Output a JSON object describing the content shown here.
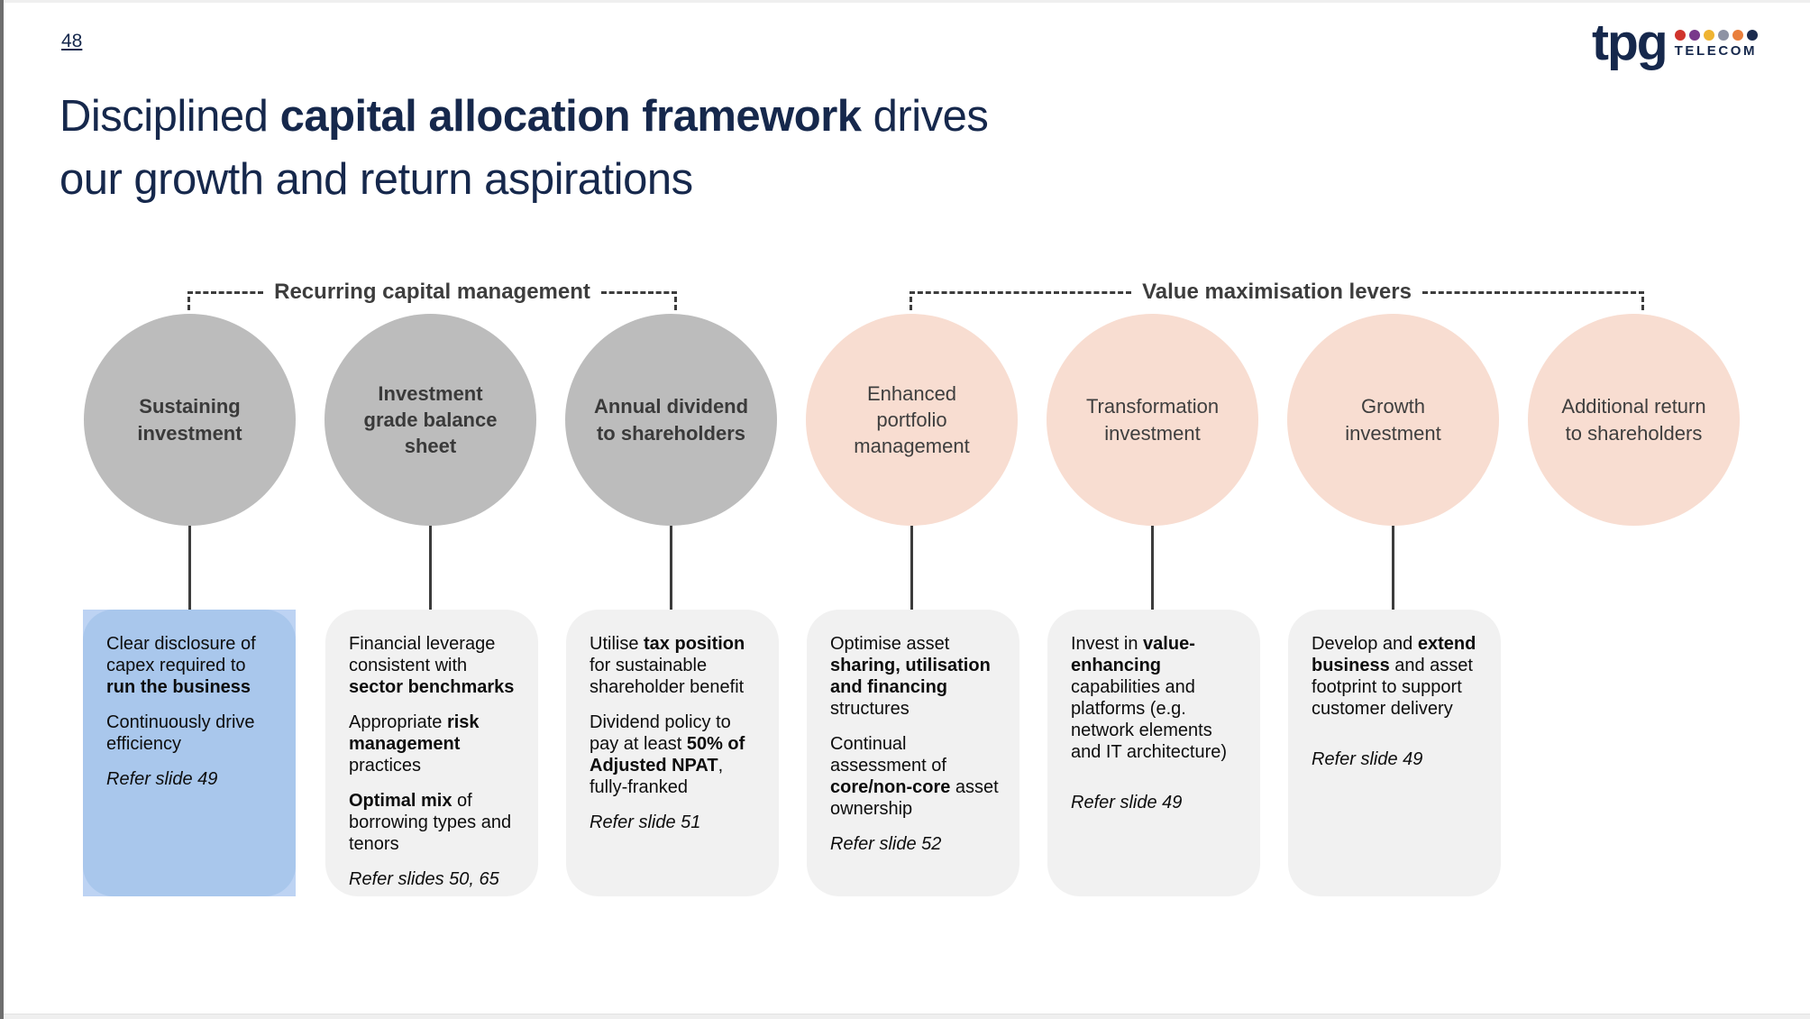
{
  "colors": {
    "navy": "#16284c",
    "line_dark": "#3d3d3d",
    "gray_circle": "#bcbcbc",
    "peach_circle": "#f8ddd1",
    "box_gray": "#f1f1f1",
    "blue_outer": "#bdd3f3",
    "blue_inner": "#a9c7ec"
  },
  "page": {
    "number": "48"
  },
  "logo": {
    "brand": "tpg",
    "sub": "TELECOM",
    "dot_colors": [
      "#d0342c",
      "#79398b",
      "#efb432",
      "#8e93a4",
      "#e97f3c",
      "#1b2b4e"
    ]
  },
  "title": {
    "runs": [
      {
        "t": "Disciplined "
      },
      {
        "t": "capital allocation framework",
        "b": true
      },
      {
        "t": " drives"
      },
      {
        "br": true
      },
      {
        "t": "our growth and return aspirations"
      }
    ]
  },
  "groups": [
    {
      "label": "Recurring capital management"
    },
    {
      "label": "Value maximisation levers"
    }
  ],
  "circles": [
    {
      "label": "Sustaining investment",
      "type": "gray"
    },
    {
      "label": "Investment grade balance sheet",
      "type": "gray"
    },
    {
      "label": "Annual dividend to shareholders",
      "type": "gray"
    },
    {
      "label": "Enhanced portfolio management",
      "type": "peach"
    },
    {
      "label": "Transformation investment",
      "type": "peach"
    },
    {
      "label": "Growth investment",
      "type": "peach"
    },
    {
      "label": "Additional return to shareholders",
      "type": "peach"
    }
  ],
  "boxes": [
    {
      "paragraphs": [
        {
          "runs": [
            {
              "t": "Clear disclosure of capex required to "
            },
            {
              "t": "run the business",
              "b": true
            }
          ]
        },
        {
          "runs": [
            {
              "t": "Continuously drive efficiency"
            }
          ]
        },
        {
          "italic": true,
          "runs": [
            {
              "t": "Refer slide 49"
            }
          ]
        }
      ]
    },
    {
      "paragraphs": [
        {
          "runs": [
            {
              "t": "Financial leverage consistent with "
            },
            {
              "t": "sector benchmarks",
              "b": true
            }
          ]
        },
        {
          "runs": [
            {
              "t": "Appropriate "
            },
            {
              "t": "risk management",
              "b": true
            },
            {
              "t": " practices"
            }
          ]
        },
        {
          "runs": [
            {
              "t": "Optimal mix",
              "b": true
            },
            {
              "t": " of borrowing types and tenors"
            }
          ]
        },
        {
          "italic": true,
          "runs": [
            {
              "t": "Refer slides 50, 65"
            }
          ]
        }
      ]
    },
    {
      "paragraphs": [
        {
          "runs": [
            {
              "t": "Utilise "
            },
            {
              "t": "tax position",
              "b": true
            },
            {
              "t": " for sustainable shareholder benefit"
            }
          ]
        },
        {
          "runs": [
            {
              "t": "Dividend policy to pay at least "
            },
            {
              "t": "50% of Adjusted NPAT",
              "b": true
            },
            {
              "t": ", fully-franked"
            }
          ]
        },
        {
          "italic": true,
          "runs": [
            {
              "t": "Refer slide 51"
            }
          ]
        }
      ]
    },
    {
      "paragraphs": [
        {
          "runs": [
            {
              "t": "Optimise asset "
            },
            {
              "t": "sharing, utilisation and financing",
              "b": true
            },
            {
              "t": " structures"
            }
          ]
        },
        {
          "runs": [
            {
              "t": "Continual assessment of "
            },
            {
              "t": "core/non-core",
              "b": true
            },
            {
              "t": " asset ownership"
            }
          ]
        },
        {
          "italic": true,
          "runs": [
            {
              "t": "Refer slide 52"
            }
          ]
        }
      ]
    },
    {
      "paragraphs": [
        {
          "runs": [
            {
              "t": "Invest in "
            },
            {
              "t": "value-enhancing",
              "b": true
            },
            {
              "t": " capabilities and platforms (e.g. network elements and IT architecture)"
            }
          ]
        },
        {
          "italic": true,
          "gap": true,
          "runs": [
            {
              "t": "Refer slide 49"
            }
          ]
        }
      ]
    },
    {
      "paragraphs": [
        {
          "runs": [
            {
              "t": "Develop and "
            },
            {
              "t": "extend business",
              "b": true
            },
            {
              "t": " and asset footprint to support customer delivery"
            }
          ]
        },
        {
          "italic": true,
          "gap": true,
          "runs": [
            {
              "t": "Refer slide 49"
            }
          ]
        }
      ]
    }
  ]
}
